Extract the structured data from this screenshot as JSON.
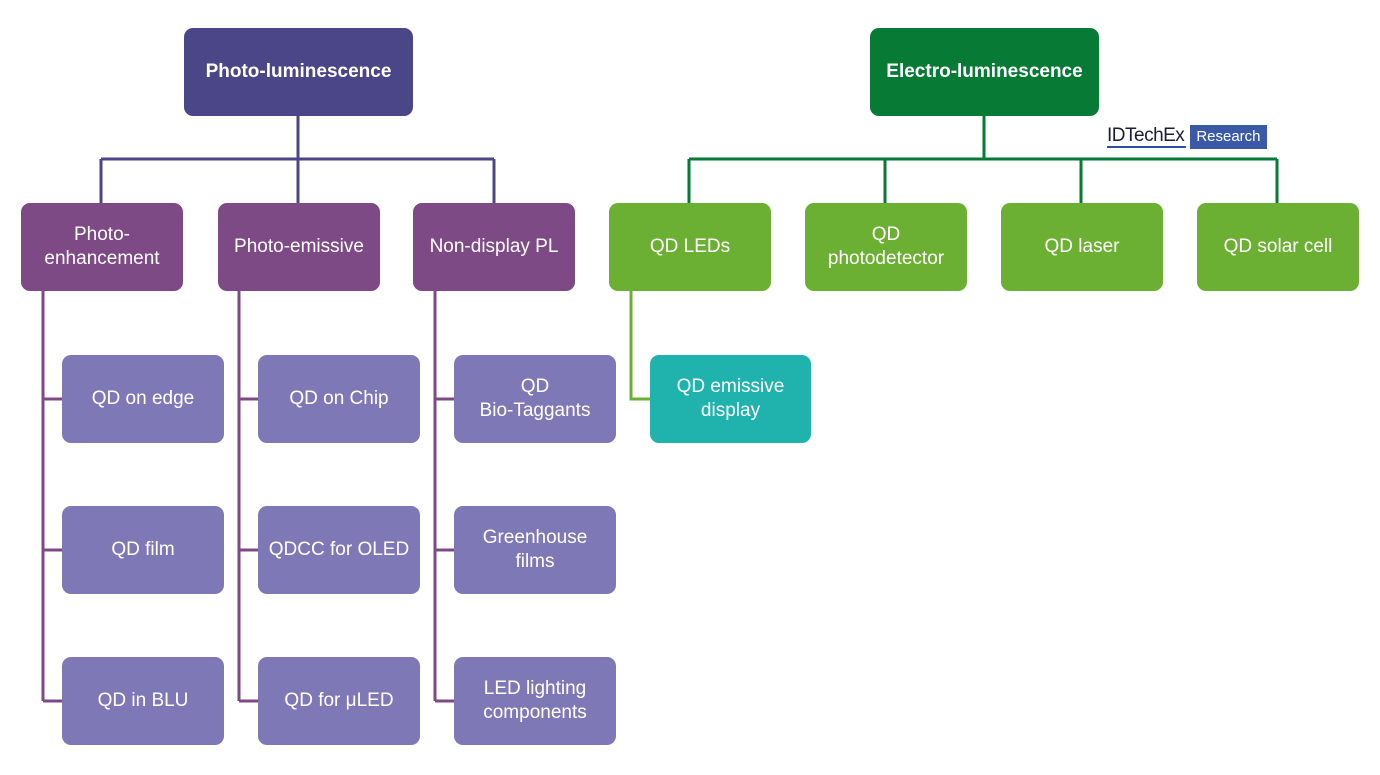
{
  "colors": {
    "pl_root": "#4b4687",
    "pl_category": "#7e4a86",
    "pl_leaf": "#7f78b6",
    "pl_line_top": "#4b4687",
    "pl_line_branch": "#7e4a86",
    "el_root": "#077a35",
    "el_category": "#6bb033",
    "el_leaf": "#20b3ad",
    "el_line_top": "#077a35",
    "el_line_branch": "#6bb033"
  },
  "logo": {
    "brand": "IDTechEx",
    "tag": "Research"
  },
  "photo": {
    "root": "Photo-luminescence",
    "categories": [
      {
        "label": "Photo-\nenhancement",
        "children": [
          "QD on edge",
          "QD film",
          "QD in BLU"
        ]
      },
      {
        "label": "Photo-emissive",
        "children": [
          "QD on Chip",
          "QDCC for OLED",
          "QD for μLED"
        ]
      },
      {
        "label": "Non-display PL",
        "children": [
          "QD\nBio-Taggants",
          "Greenhouse\nfilms",
          "LED lighting\ncomponents"
        ]
      }
    ]
  },
  "electro": {
    "root": "Electro-luminescence",
    "categories": [
      {
        "label": "QD LEDs",
        "children": [
          "QD emissive\ndisplay"
        ]
      },
      {
        "label": "QD\nphotodetector",
        "children": []
      },
      {
        "label": "QD laser",
        "children": []
      },
      {
        "label": "QD solar cell",
        "children": []
      }
    ]
  }
}
